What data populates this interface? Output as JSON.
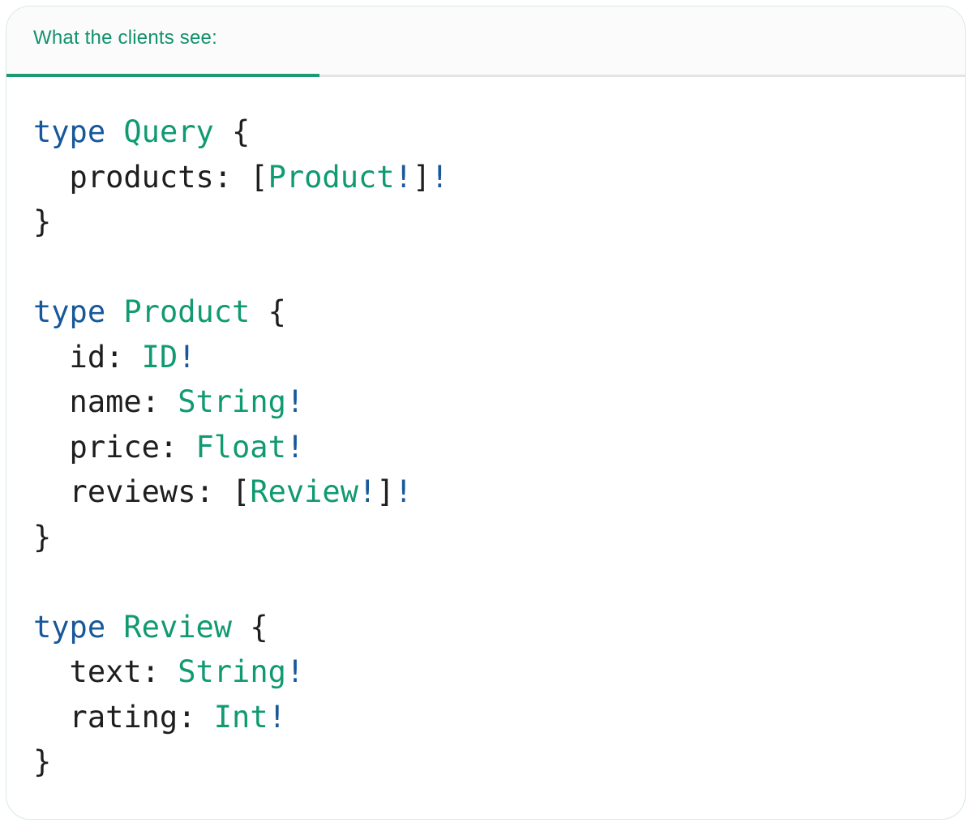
{
  "tab": {
    "label": "What the clients see:"
  },
  "colors": {
    "keyword": "#16589a",
    "typename": "#109a71",
    "bang": "#16589a",
    "plain": "#1e1e1e",
    "tab_active_underline": "#1a9a73",
    "tab_inactive_line": "#e4e4e4",
    "header_text": "#12916d",
    "header_bg": "#fbfbfb",
    "card_border": "#d9e9df"
  },
  "code": {
    "language": "graphql",
    "lines": [
      [
        {
          "text": "type",
          "type": "keyword"
        },
        {
          "text": " ",
          "type": "plain"
        },
        {
          "text": "Query",
          "type": "typename"
        },
        {
          "text": " {",
          "type": "plain"
        }
      ],
      [
        {
          "text": "  products: [",
          "type": "plain"
        },
        {
          "text": "Product",
          "type": "typename"
        },
        {
          "text": "!",
          "type": "bang"
        },
        {
          "text": "]",
          "type": "plain"
        },
        {
          "text": "!",
          "type": "bang"
        }
      ],
      [
        {
          "text": "}",
          "type": "plain"
        }
      ],
      [],
      [
        {
          "text": "type",
          "type": "keyword"
        },
        {
          "text": " ",
          "type": "plain"
        },
        {
          "text": "Product",
          "type": "typename"
        },
        {
          "text": " {",
          "type": "plain"
        }
      ],
      [
        {
          "text": "  id: ",
          "type": "plain"
        },
        {
          "text": "ID",
          "type": "typename"
        },
        {
          "text": "!",
          "type": "bang"
        }
      ],
      [
        {
          "text": "  name: ",
          "type": "plain"
        },
        {
          "text": "String",
          "type": "typename"
        },
        {
          "text": "!",
          "type": "bang"
        }
      ],
      [
        {
          "text": "  price: ",
          "type": "plain"
        },
        {
          "text": "Float",
          "type": "typename"
        },
        {
          "text": "!",
          "type": "bang"
        }
      ],
      [
        {
          "text": "  reviews: [",
          "type": "plain"
        },
        {
          "text": "Review",
          "type": "typename"
        },
        {
          "text": "!",
          "type": "bang"
        },
        {
          "text": "]",
          "type": "plain"
        },
        {
          "text": "!",
          "type": "bang"
        }
      ],
      [
        {
          "text": "}",
          "type": "plain"
        }
      ],
      [],
      [
        {
          "text": "type",
          "type": "keyword"
        },
        {
          "text": " ",
          "type": "plain"
        },
        {
          "text": "Review",
          "type": "typename"
        },
        {
          "text": " {",
          "type": "plain"
        }
      ],
      [
        {
          "text": "  text: ",
          "type": "plain"
        },
        {
          "text": "String",
          "type": "typename"
        },
        {
          "text": "!",
          "type": "bang"
        }
      ],
      [
        {
          "text": "  rating: ",
          "type": "plain"
        },
        {
          "text": "Int",
          "type": "typename"
        },
        {
          "text": "!",
          "type": "bang"
        }
      ],
      [
        {
          "text": "}",
          "type": "plain"
        }
      ]
    ]
  }
}
